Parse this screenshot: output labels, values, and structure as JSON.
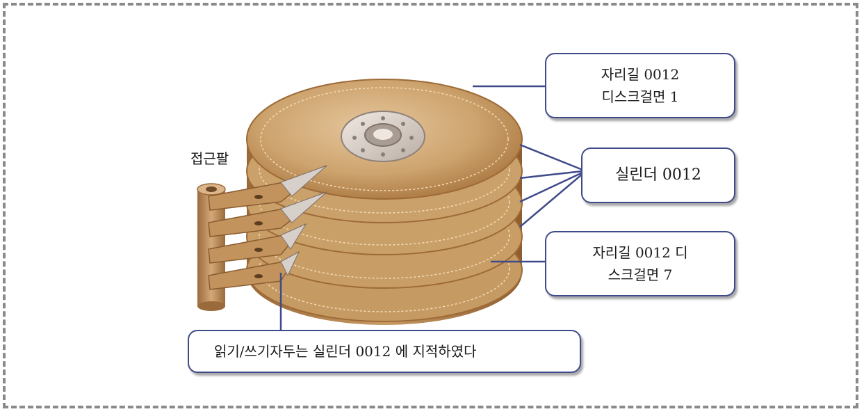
{
  "labels": {
    "access_arm": "접근팔",
    "callout_top": [
      "자리길 0012",
      "디스크걸면 1"
    ],
    "callout_cylinder": "실린더 0012",
    "callout_bottom": [
      "자리길 0012 디",
      "스크걸면 7"
    ],
    "callout_head": "읽기/쓰기자두는 실린더 0012 에 지적하였다"
  },
  "colors": {
    "platter": "#caa06a",
    "platter_edge": "#a8743f",
    "arm": "#b98752",
    "connector": "#3f4a8a",
    "frame": "#8a8a8a"
  }
}
